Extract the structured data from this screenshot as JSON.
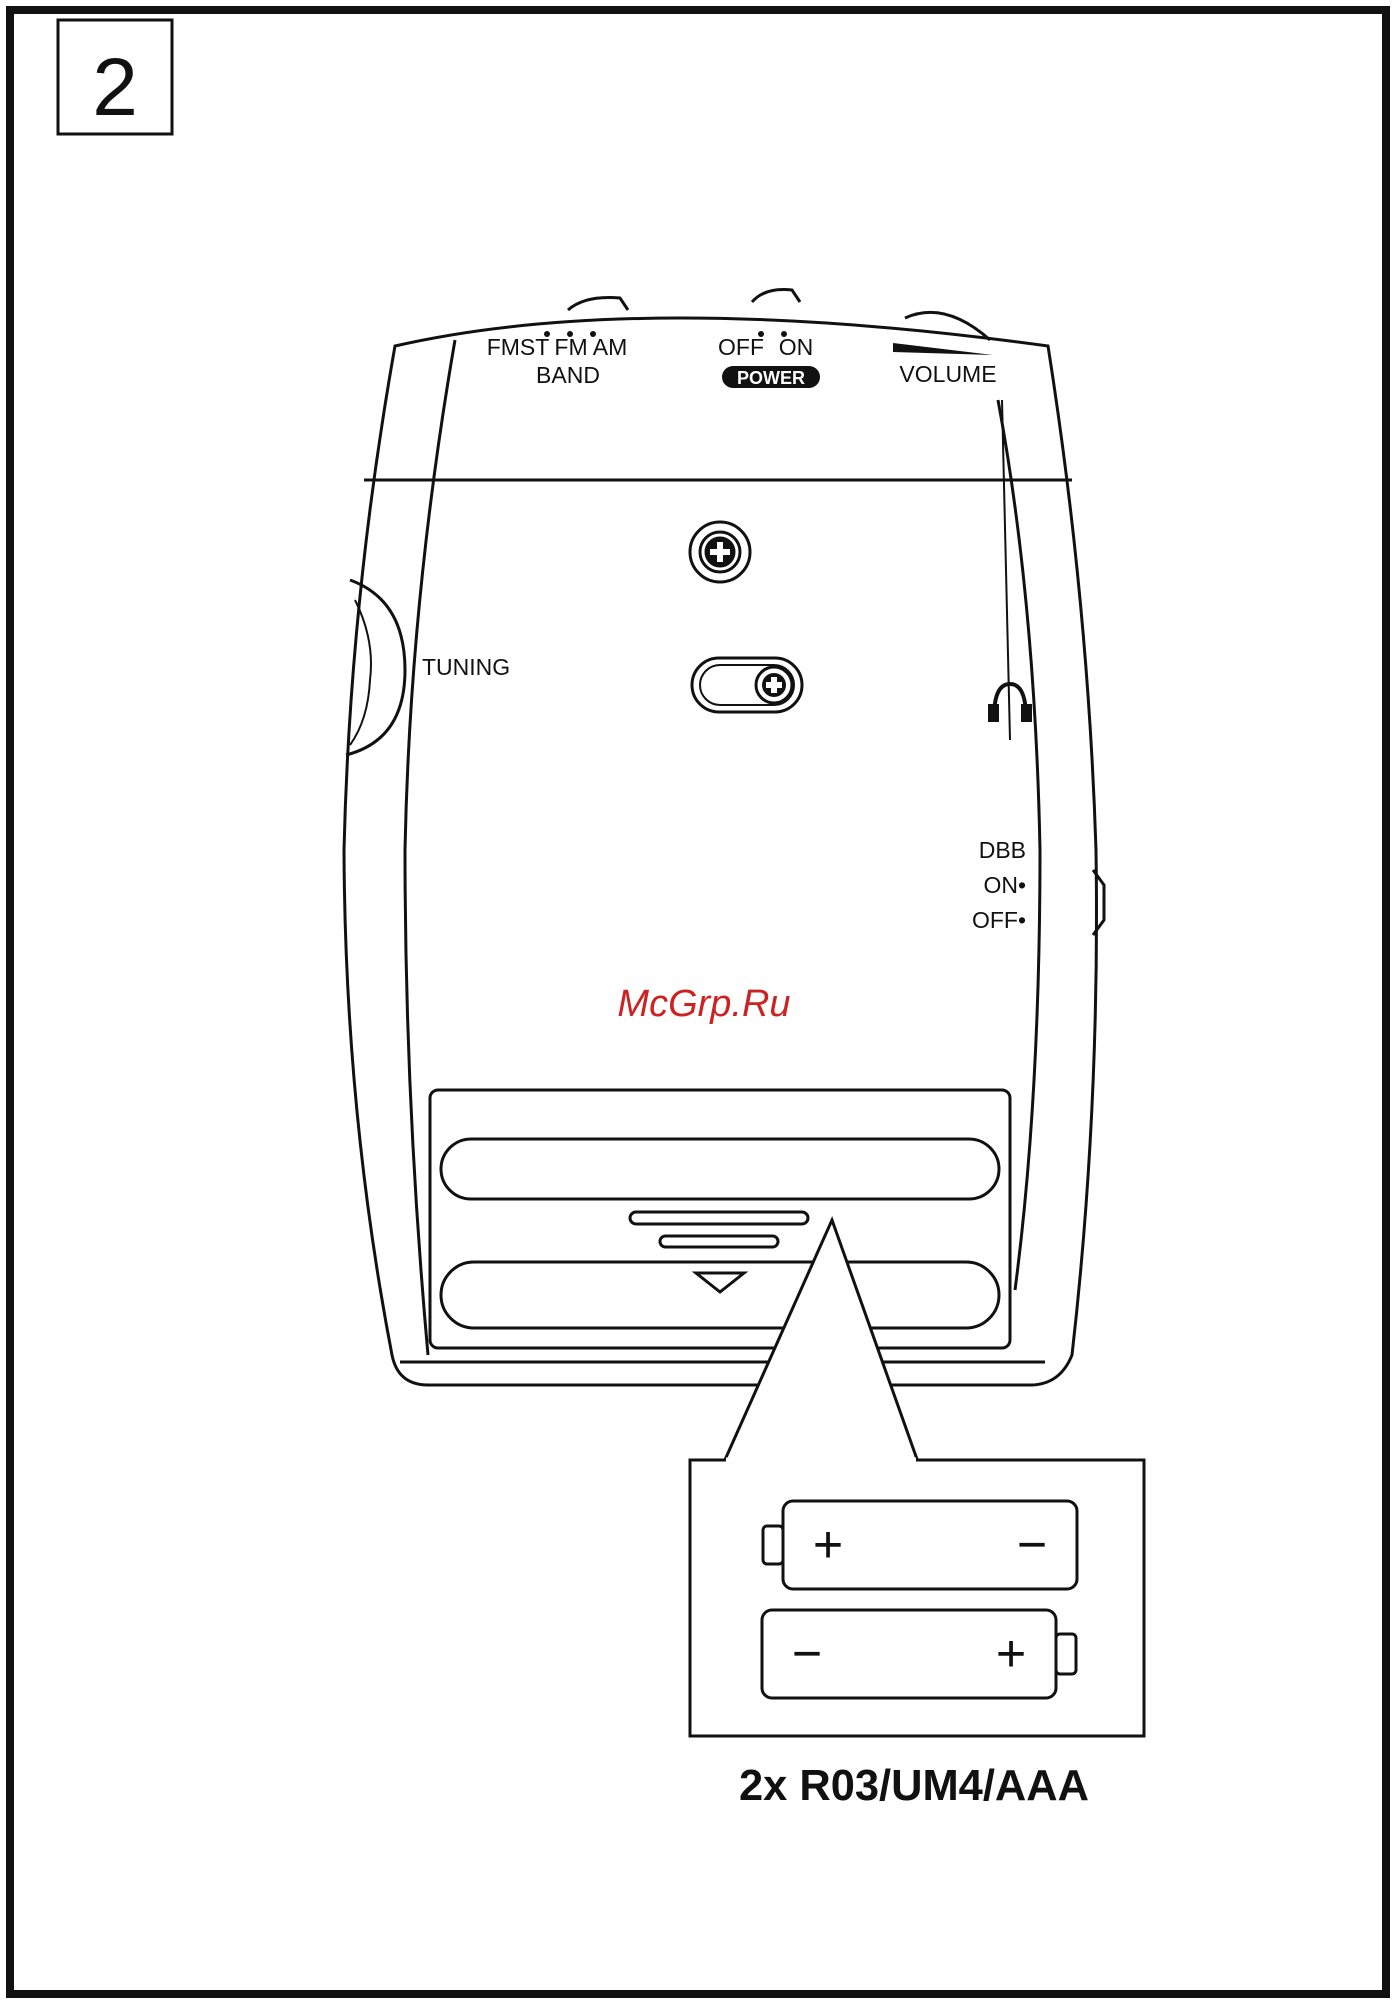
{
  "figure_number": "2",
  "controls": {
    "band": {
      "options": [
        "FMST",
        "FM",
        "AM"
      ],
      "label": "BAND"
    },
    "power": {
      "off": "OFF",
      "on": "ON",
      "label": "POWER"
    },
    "volume": {
      "label": "VOLUME"
    },
    "tuning": {
      "label": "TUNING"
    },
    "dbb": {
      "label": "DBB",
      "on": "ON•",
      "off": "OFF•"
    }
  },
  "watermark": "McGrp.Ru",
  "battery": {
    "spec": "2x R03/UM4/AAA",
    "top_cell": {
      "left_sign": "+",
      "right_sign": "−"
    },
    "bottom_cell": {
      "left_sign": "−",
      "right_sign": "+"
    }
  },
  "colors": {
    "ink": "#111111",
    "watermark": "#cc2222"
  },
  "icons": [
    "headphones-icon",
    "screw-icon",
    "slide-switch-icon",
    "open-arrow-icon"
  ]
}
